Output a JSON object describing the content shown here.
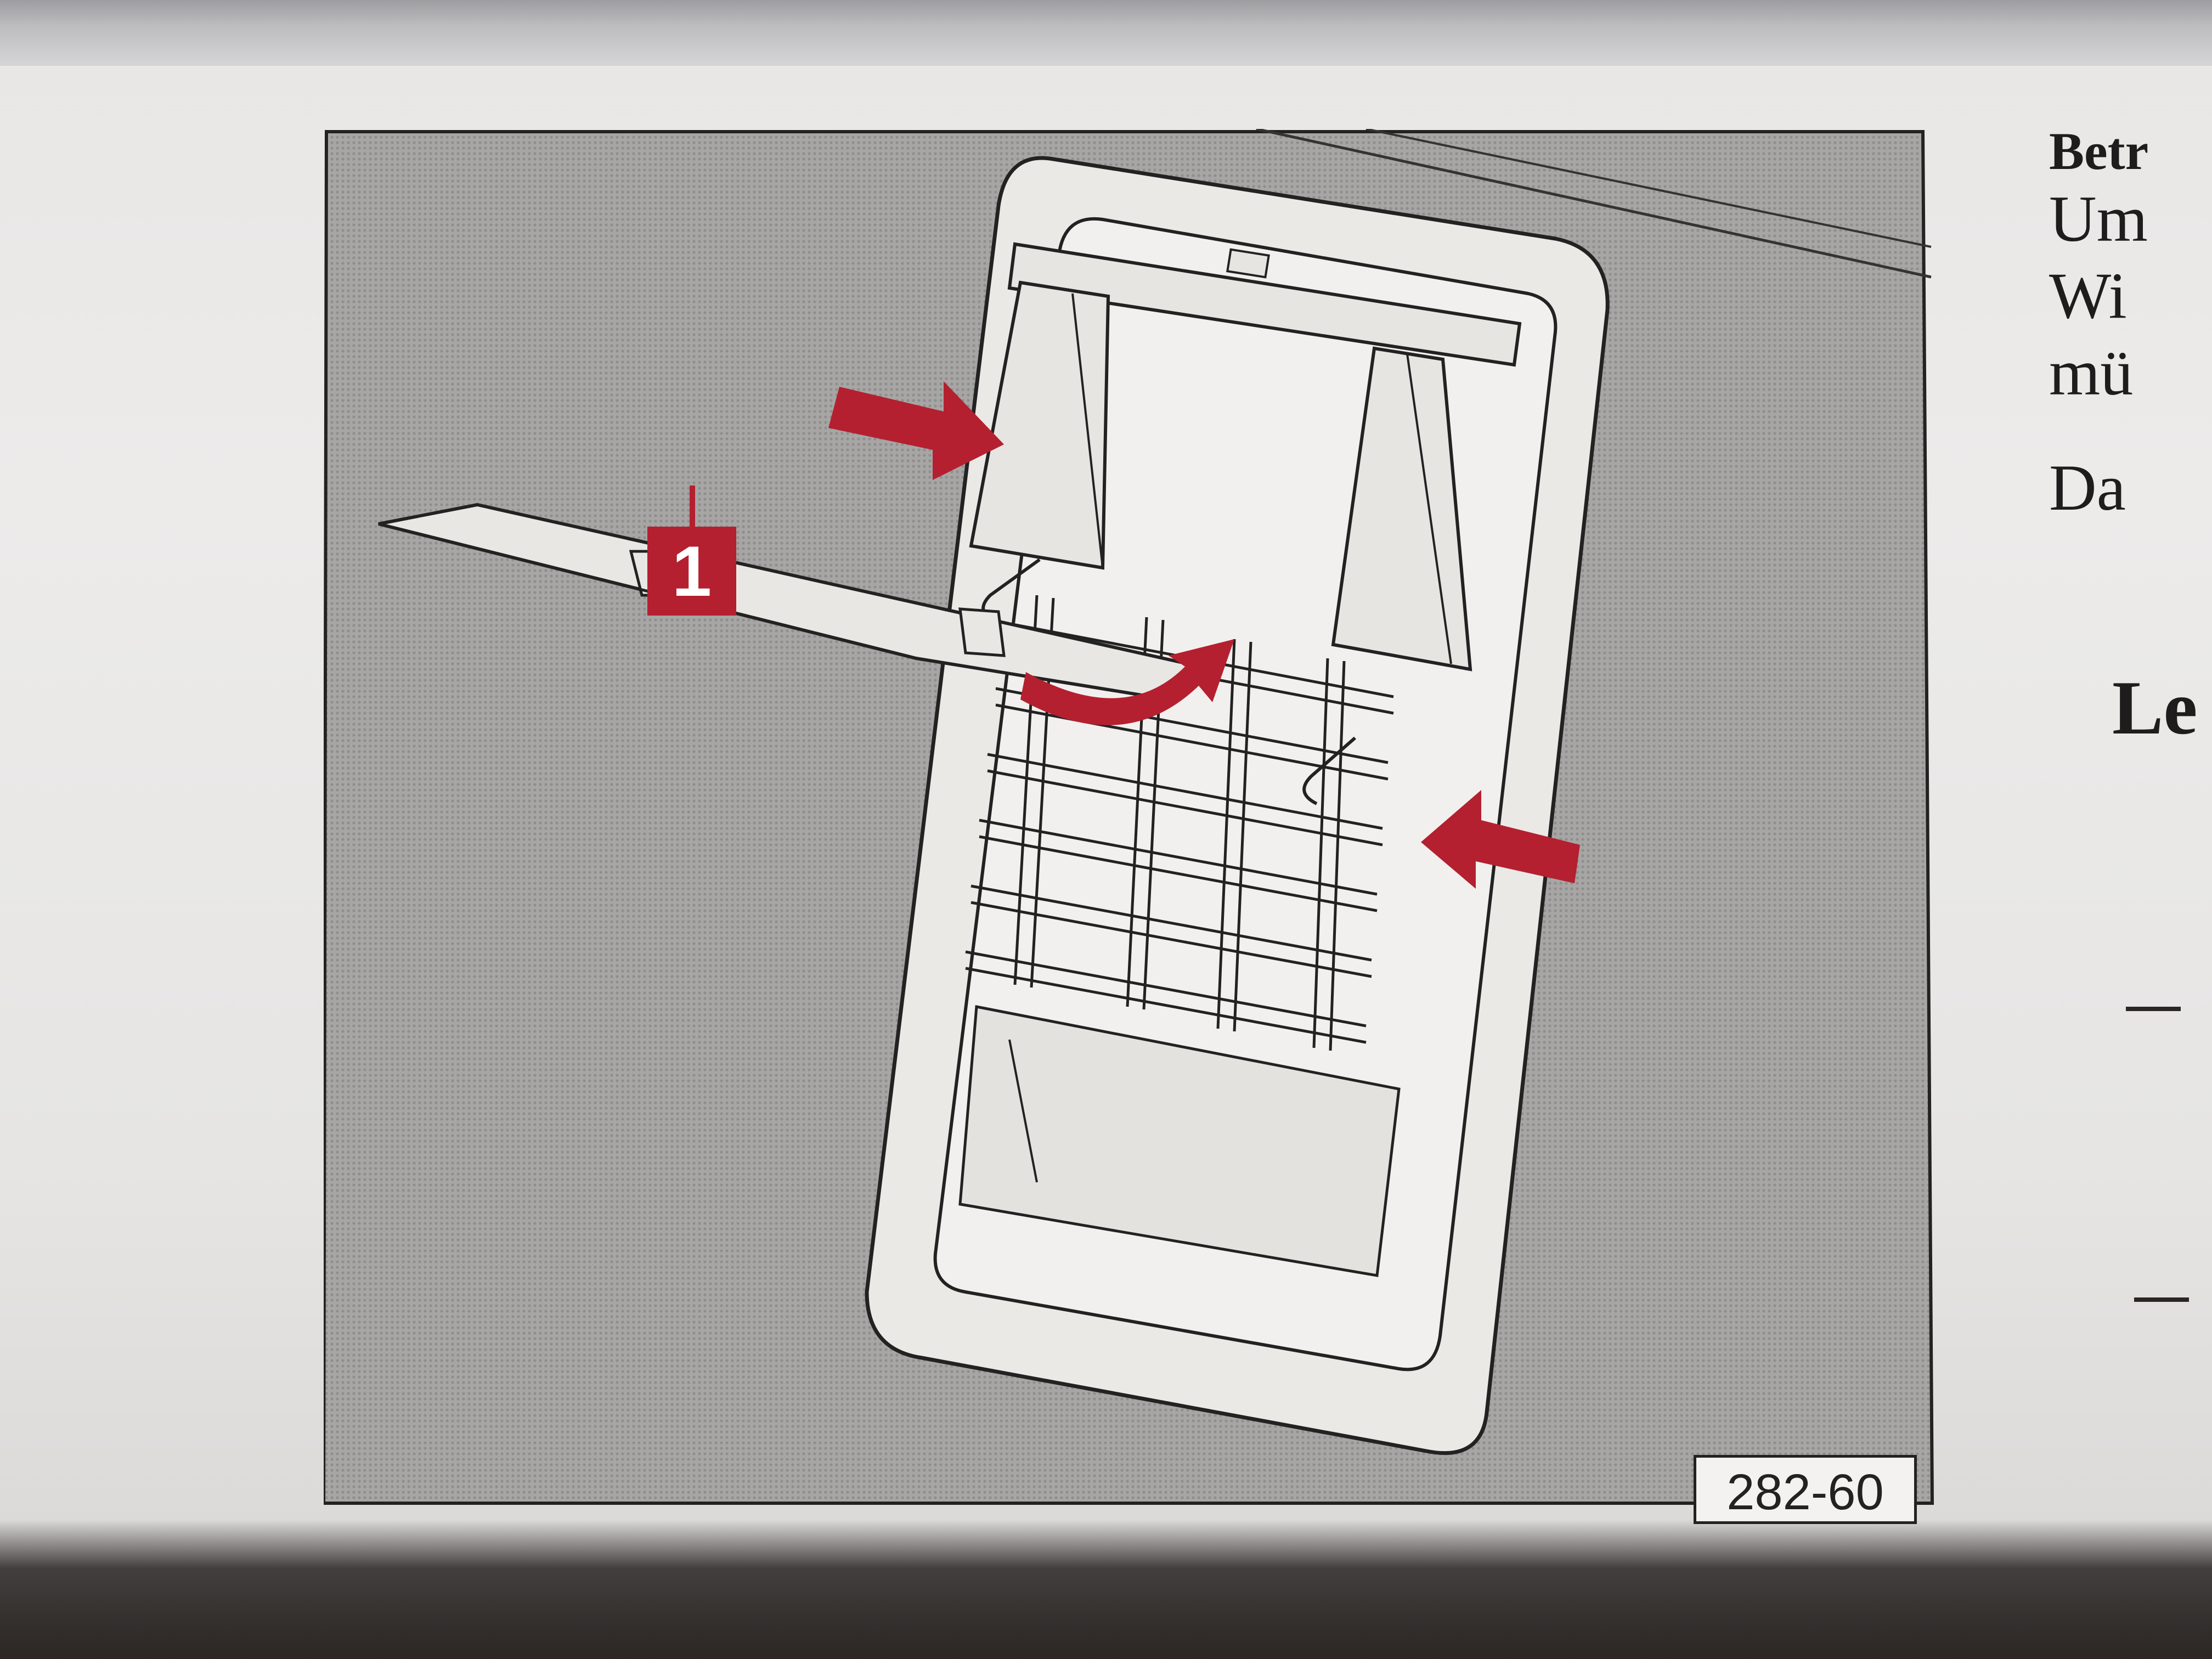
{
  "figure": {
    "callout_number": "1",
    "figure_code": "282-60"
  },
  "side_text": {
    "line1": "Betr",
    "line2": "Um",
    "line3": "Wi",
    "line4": "mü",
    "line5": "Da",
    "heading": "Le",
    "dash": "–"
  },
  "colors": {
    "accent_red": "#b4202f",
    "panel_gray": "#a9a8a7",
    "frame_light": "#ebe9e6"
  }
}
